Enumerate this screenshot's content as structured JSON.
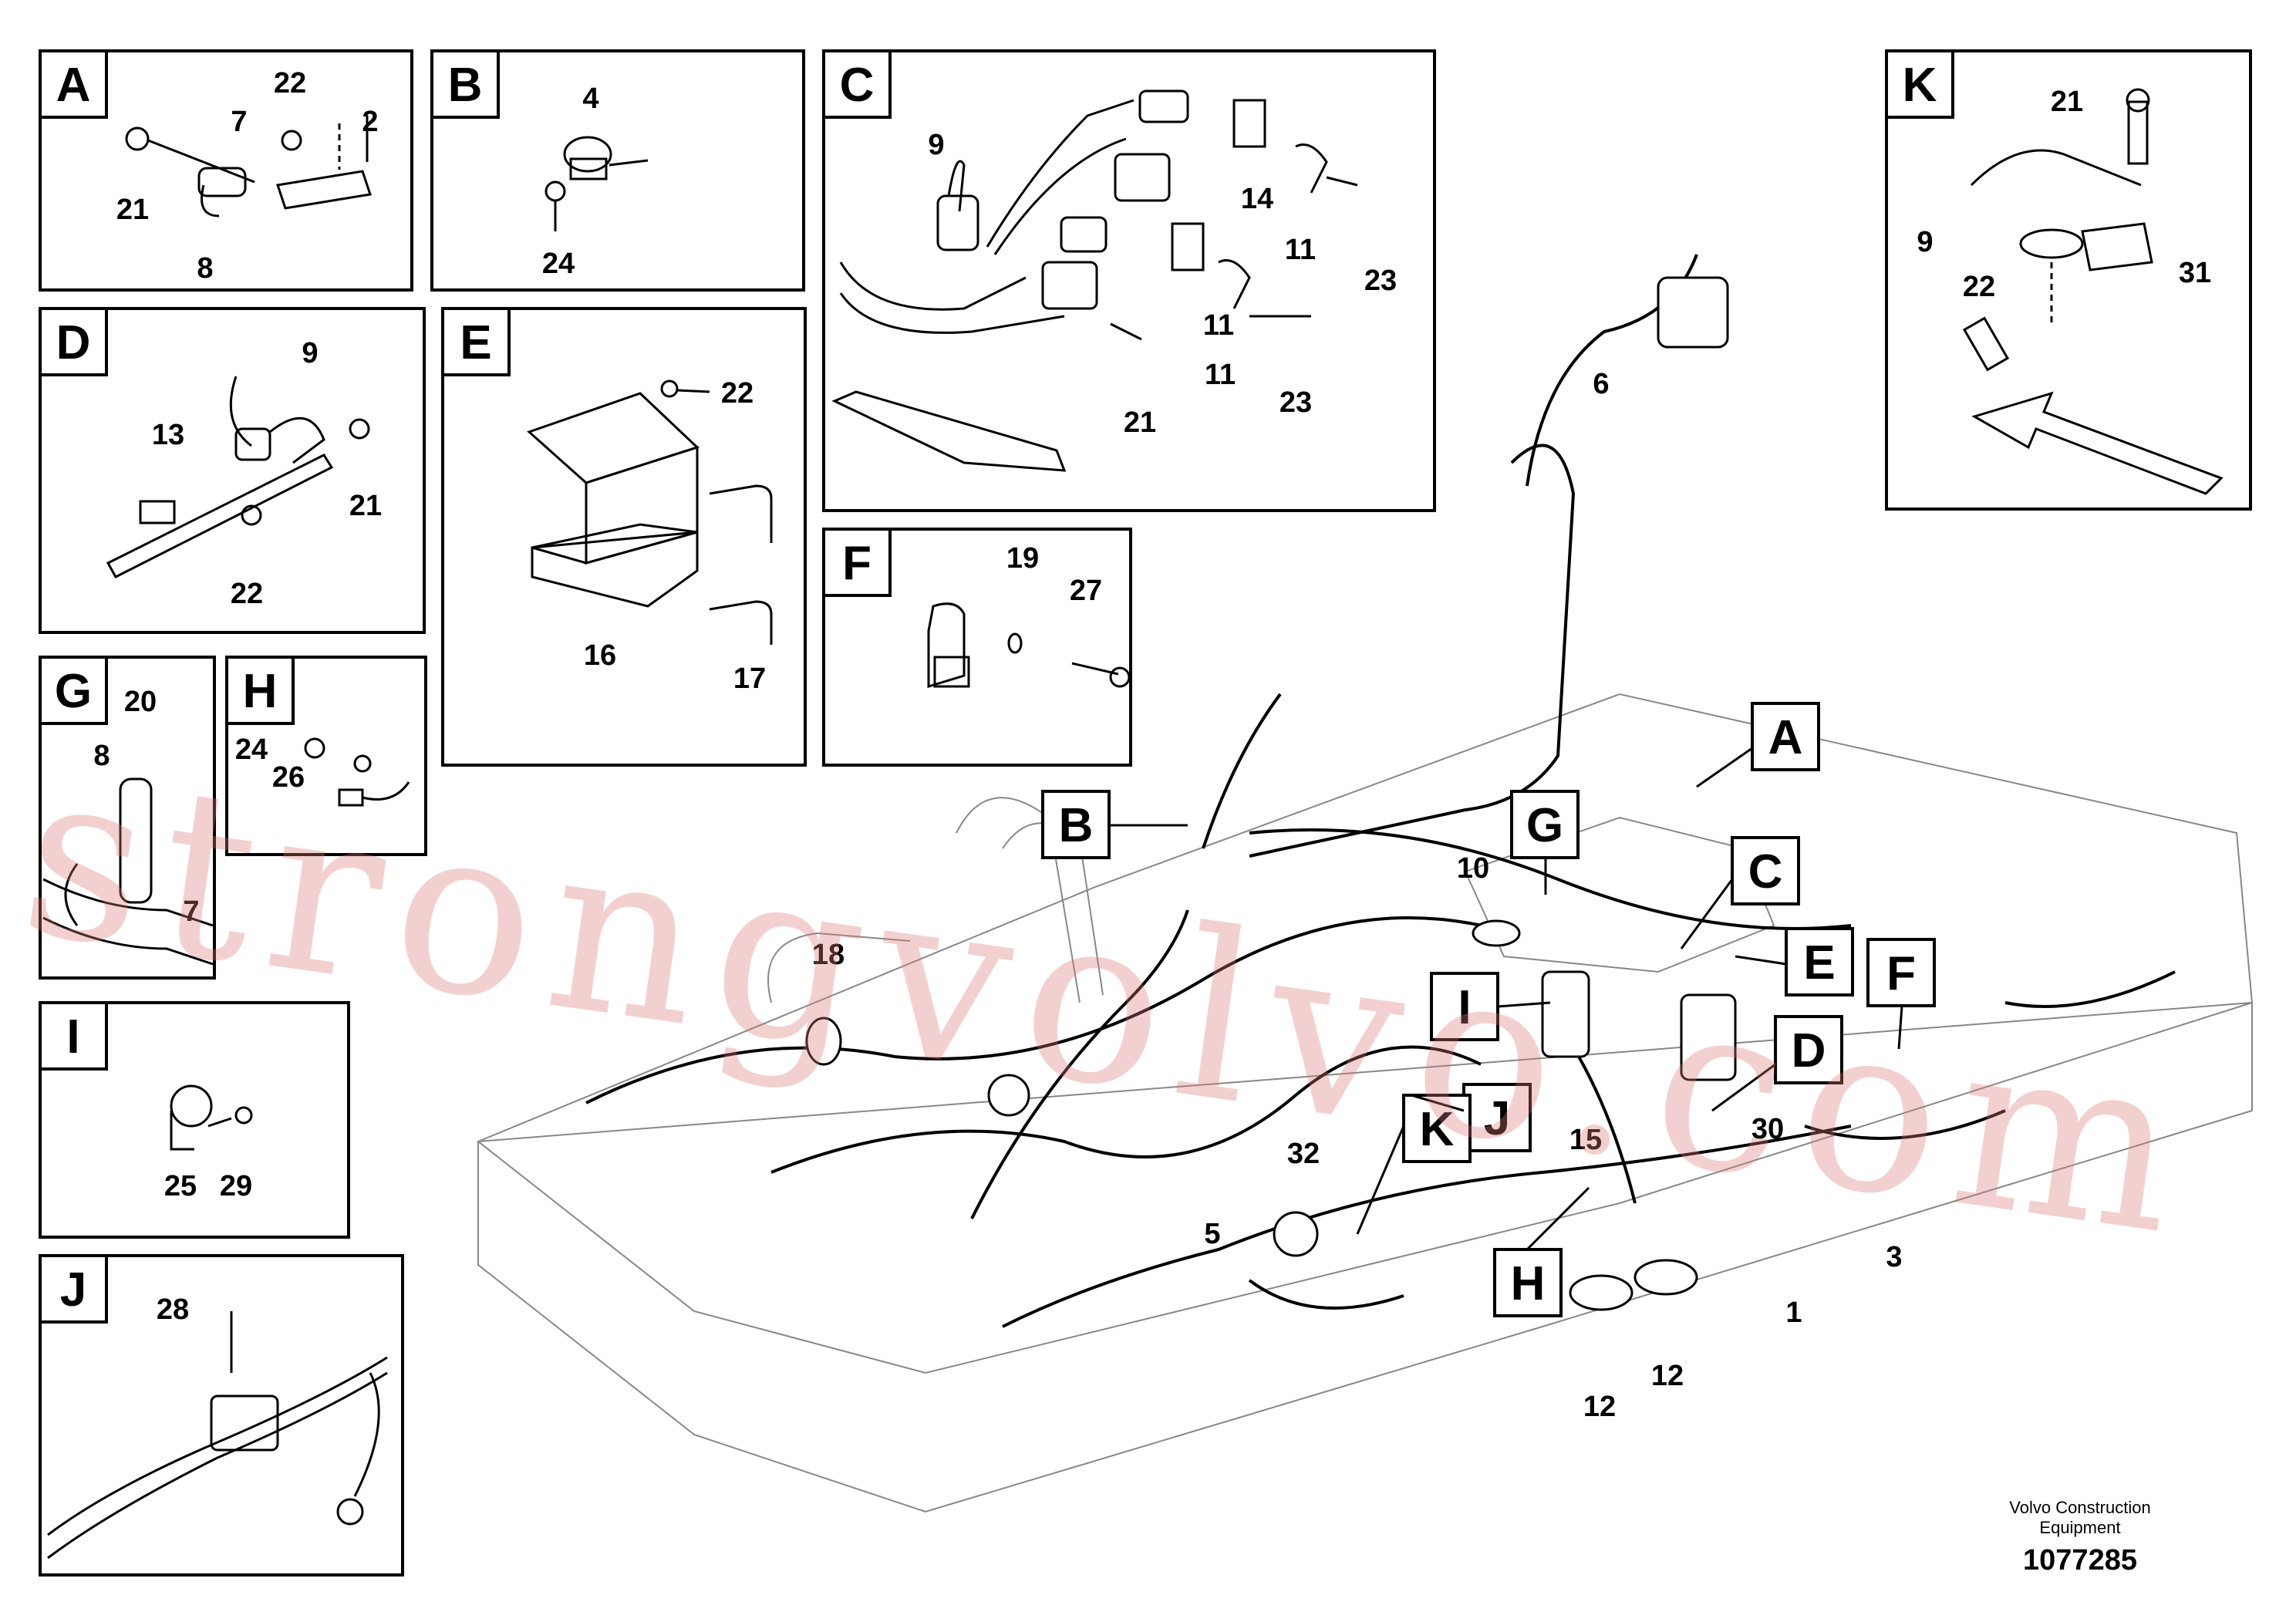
{
  "panels": [
    {
      "id": "A",
      "numbers": [
        "22",
        "7",
        "2",
        "21",
        "8"
      ]
    },
    {
      "id": "B",
      "numbers": [
        "4",
        "24"
      ]
    },
    {
      "id": "C",
      "numbers": [
        "9",
        "14",
        "11",
        "23",
        "11",
        "11",
        "21",
        "23"
      ]
    },
    {
      "id": "D",
      "numbers": [
        "9",
        "13",
        "21",
        "22"
      ]
    },
    {
      "id": "E",
      "numbers": [
        "22",
        "16",
        "17"
      ]
    },
    {
      "id": "F",
      "numbers": [
        "19",
        "27"
      ]
    },
    {
      "id": "G",
      "numbers": [
        "20",
        "8",
        "7"
      ]
    },
    {
      "id": "H",
      "numbers": [
        "24",
        "26"
      ]
    },
    {
      "id": "I",
      "numbers": [
        "25",
        "29"
      ]
    },
    {
      "id": "J",
      "numbers": [
        "28"
      ]
    },
    {
      "id": "K",
      "numbers": [
        "21",
        "9",
        "31",
        "22"
      ]
    }
  ],
  "main_callouts": [
    "A",
    "B",
    "C",
    "E",
    "F",
    "G",
    "D",
    "I",
    "J",
    "K",
    "H"
  ],
  "main_numbers": {
    "n6": "6",
    "n10": "10",
    "n18": "18",
    "n15": "15",
    "n32": "32",
    "n5": "5",
    "n30": "30",
    "n3": "3",
    "n1": "1",
    "n12a": "12",
    "n12b": "12"
  },
  "credit": {
    "line1": "Volvo Construction",
    "line2": "Equipment",
    "number": "1077285"
  },
  "watermark": "strongvolvo.com",
  "colors": {
    "line": "#000000",
    "watermark": "#dc7878"
  }
}
